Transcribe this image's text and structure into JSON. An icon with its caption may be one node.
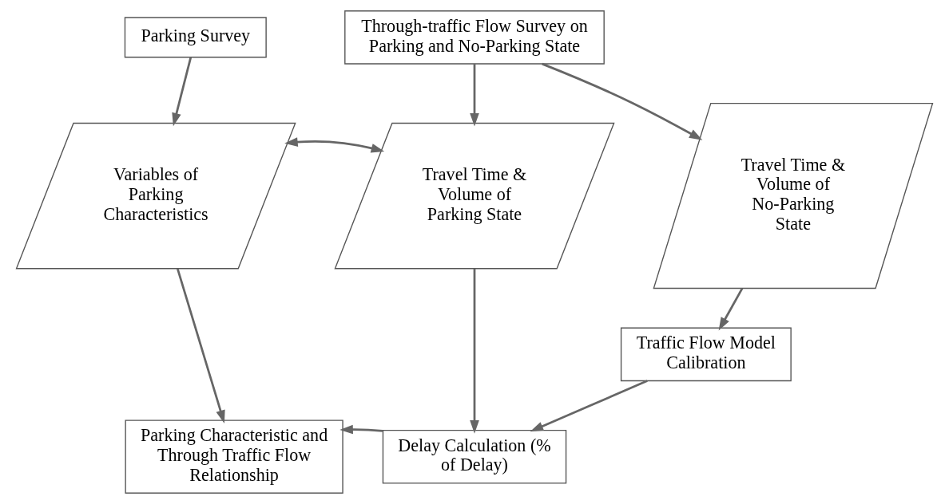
{
  "diagram": {
    "nodes": [
      {
        "text": [
          "Parking Survey"
        ]
      },
      {
        "text": [
          "Through-traffic Flow Survey on Parking and No-Parking State"
        ]
      },
      {
        "text": [
          "Variables of Parking Characteristics"
        ]
      },
      {
        "text": [
          "Travel Time & Volume of Parking State"
        ]
      },
      {
        "text": [
          "Travel Time & Volume of No-Parking State"
        ]
      },
      {
        "text": [
          "Traffic Flow Model Calibration"
        ]
      },
      {
        "text": [
          "Parking Characteristic and Through Traffic Flow Relationship"
        ]
      },
      {
        "text": [
          "Delay Calculation (% of Delay)"
        ]
      }
    ],
    "edges": [
      {
        "from": 0,
        "to": 2,
        "arrow": "to"
      },
      {
        "from": 1,
        "to": 3,
        "arrow": "to"
      },
      {
        "from": 1,
        "to": 4,
        "arrow": "to"
      },
      {
        "from": 2,
        "to": 3,
        "arrow": "both"
      },
      {
        "from": 4,
        "to": 5,
        "arrow": "to"
      },
      {
        "from": 3,
        "to": 7,
        "arrow": "to"
      },
      {
        "from": 5,
        "to": 7,
        "arrow": "to"
      },
      {
        "from": 2,
        "to": 6,
        "arrow": "to"
      },
      {
        "from": 7,
        "to": 6,
        "arrow": "to"
      }
    ]
  }
}
